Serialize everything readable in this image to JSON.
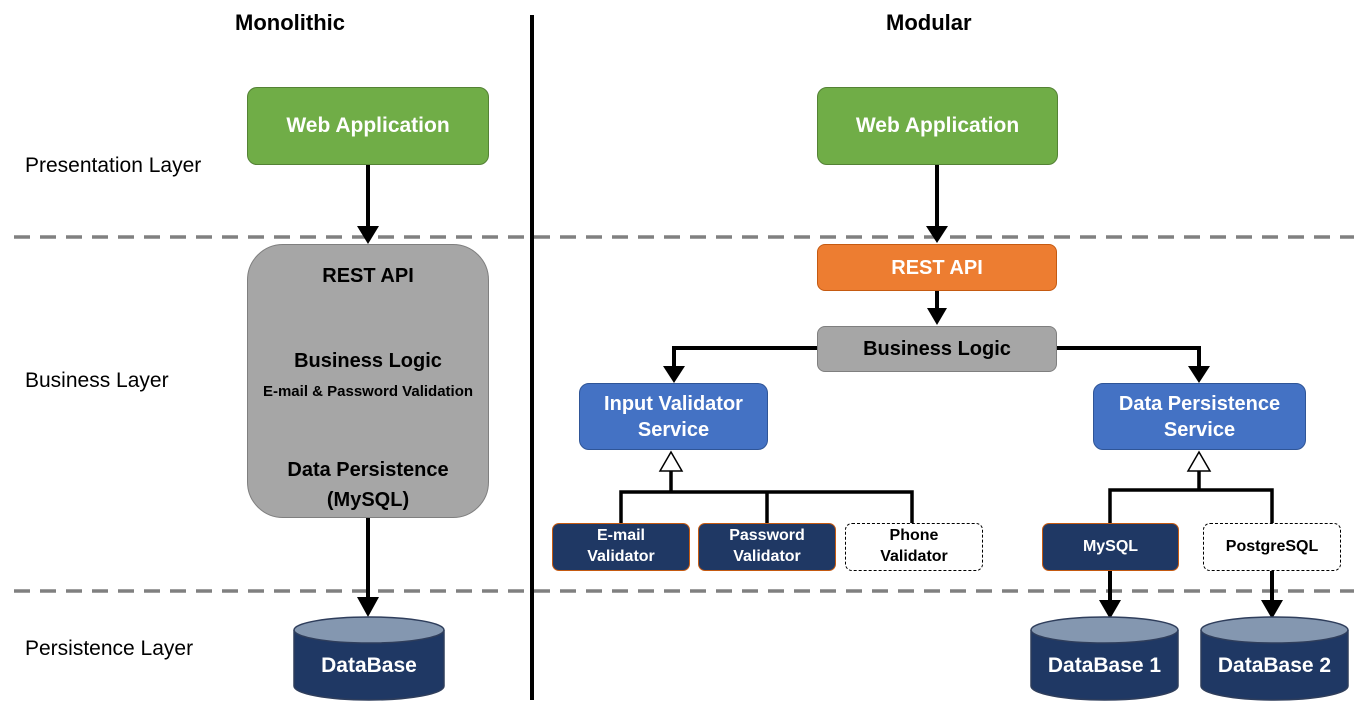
{
  "headings": {
    "left": "Monolithic",
    "right": "Modular"
  },
  "layers": {
    "presentation": "Presentation Layer",
    "business": "Business Layer",
    "persistence": "Persistence Layer"
  },
  "monolithic": {
    "web_app": "Web Application",
    "rest_api": "REST API",
    "business_logic": "Business Logic",
    "validation": "E-mail & Password Validation",
    "data_persistence_line1": "Data Persistence",
    "data_persistence_line2": "(MySQL)",
    "database": "DataBase"
  },
  "modular": {
    "web_app": "Web Application",
    "rest_api": "REST API",
    "business_logic": "Business Logic",
    "input_validator": {
      "line1": "Input Validator",
      "line2": "Service"
    },
    "data_persistence": {
      "line1": "Data Persistence",
      "line2": "Service"
    },
    "validators": [
      {
        "line1": "E-mail",
        "line2": "Validator"
      },
      {
        "line1": "Password",
        "line2": "Validator"
      },
      {
        "line1": "Phone",
        "line2": "Validator"
      }
    ],
    "mysql": "MySQL",
    "postgresql": "PostgreSQL",
    "database1": "DataBase 1",
    "database2": "DataBase 2"
  },
  "colors": {
    "green": "#70ad47",
    "orange": "#ed7d31",
    "gray": "#a6a6a6",
    "blue": "#4472c4",
    "navy": "#1f3864",
    "db_top": "#8497b0",
    "separator": "#808080"
  }
}
